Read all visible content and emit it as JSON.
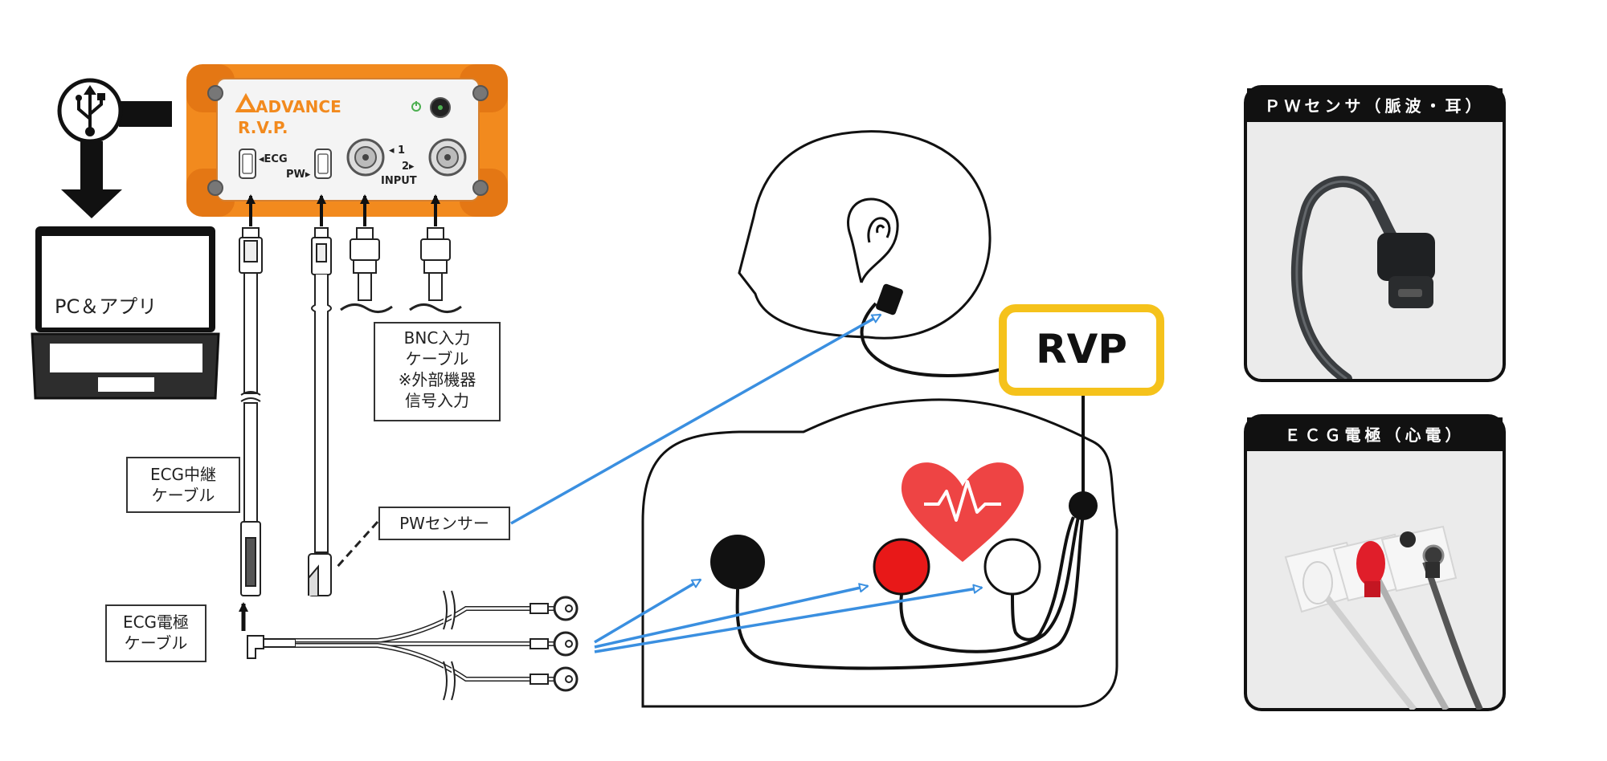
{
  "device": {
    "brand": "ADVANCE",
    "model": "R.V.P.",
    "port_ecg": "◂ECG",
    "port_pw": "PW▸",
    "port_1": "◂ 1",
    "port_2": "2▸",
    "input_label": "INPUT"
  },
  "pc_label": "PC＆アプリ",
  "bnc_label": [
    "BNC入力",
    "ケーブル",
    "※外部機器",
    "信号入力"
  ],
  "ecg_relay_label": [
    "ECG中継",
    "ケーブル"
  ],
  "pw_sensor_label": "PWセンサー",
  "ecg_electrode_label": [
    "ECG電極",
    "ケーブル"
  ],
  "rvp_box_label": "RVP",
  "panels": [
    {
      "title": "ＰＷセンサ（脈波・耳）"
    },
    {
      "title": "ＥＣＧ電極（心電）"
    }
  ],
  "colors": {
    "device_orange": "#f28a1e",
    "rvp_yellow": "#f5c21b",
    "arrow_blue": "#3a8fe0",
    "heart_red": "#ee4444",
    "electrode_red": "#e81818",
    "photo_bg": "#ebebeb"
  },
  "icons": [
    "usb-icon",
    "laptop-icon",
    "ear-icon",
    "heart-pulse-icon",
    "power-icon"
  ]
}
